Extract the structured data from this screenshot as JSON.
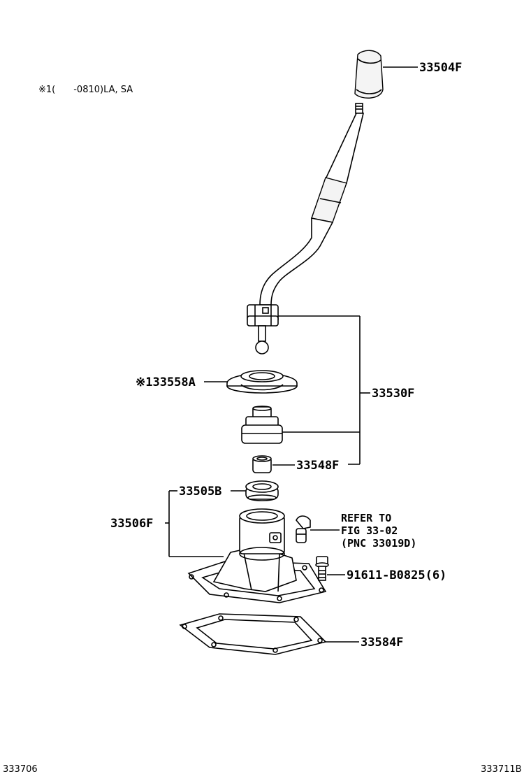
{
  "header": {
    "note": "※1(　　-0810)LA, SA"
  },
  "parts": {
    "knob": "33504F",
    "seat": "※133558A",
    "lever_assy": "33530F",
    "bushing": "33548F",
    "retainer": "33505B",
    "housing": "33506F",
    "bolt": "91611-B0825(6)",
    "gasket": "33584F"
  },
  "reference": {
    "line1": "REFER TO",
    "line2": "FIG 33-02",
    "line3": "(PNC 33019D)"
  },
  "footer": {
    "left_code": "333706",
    "right_code": "333711B"
  },
  "colors": {
    "line": "#000000",
    "background": "#ffffff"
  }
}
